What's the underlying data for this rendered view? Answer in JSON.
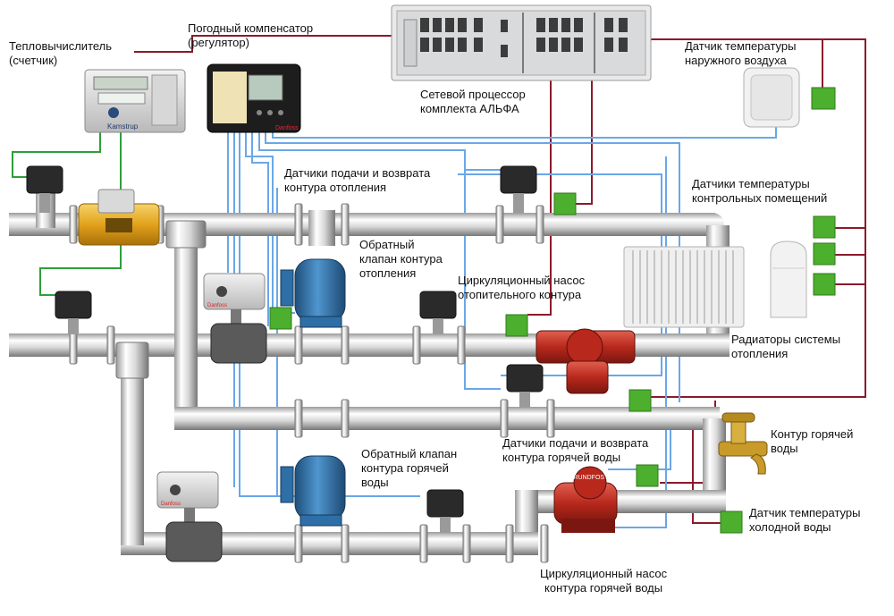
{
  "labels": {
    "heat_calculator": "Тепловычислитель\n(счетчик)",
    "weather_compensator": "Погодный компенсатор\n(регулятор)",
    "network_processor": "Сетевой процессор\nкомплекта АЛЬФА",
    "outdoor_sensor": "Датчик температуры\nнаружного воздуха",
    "heating_supply_return_sensors": "Датчики подачи и возврата\nконтура отопления",
    "room_sensors": "Датчики температуры\nконтрольных помещений",
    "heating_check_valve": "Обратный\nклапан контура\nотопления",
    "heating_pump": "Циркуляционный насос\nотопительного контура",
    "radiators": "Радиаторы системы\nотопления",
    "hot_water_circuit": "Контур горячей\nводы",
    "hw_supply_return_sensors": "Датчики подачи и возврата\nконтура горячей воды",
    "hw_check_valve": "Обратный клапан\nконтура горячей\nводы",
    "cold_water_sensor": "Датчик температуры\nхолодной воды",
    "hw_pump": "Циркуляционный насос\nконтура горячей воды"
  },
  "device_text": {
    "heat_meter_brand": "Kamstrup",
    "compensator_brand": "Danfoss",
    "pump_brand": "GRUNDFOS",
    "actuator_brand": "Danfoss"
  },
  "colors": {
    "bus_wire": "#8b1a2b",
    "signal_wire": "#6aa7e8",
    "green_wire": "#2f9e3a",
    "module": "#4caf2e",
    "pipe_light": "#f4f4f4",
    "pipe_dark": "#8a8a8a",
    "valve_body": "#2d6fa6",
    "pump_body": "#c0392b",
    "heat_meter_pipe": "#e2a21c"
  }
}
